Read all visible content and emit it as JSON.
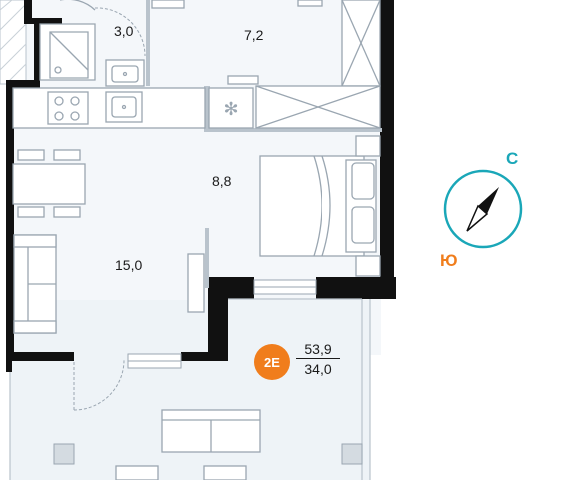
{
  "rooms": {
    "bathroom_area": "3,0",
    "kitchen_area": "7,2",
    "bedroom_area": "8,8",
    "living_area": "15,0"
  },
  "apartment": {
    "type_badge": "2E",
    "total_area": "53,9",
    "living_area": "34,0",
    "badge_color": "#f07d1c"
  },
  "compass": {
    "north_label": "С",
    "south_label": "Ю",
    "north_color": "#1aa7b8",
    "south_color": "#f07d1c",
    "ring_color": "#1aa7b8"
  },
  "colors": {
    "wall": "#111111",
    "floor": "#f4f7fa",
    "terrace": "#eef3f7",
    "fixture": "#b9c3cc"
  }
}
